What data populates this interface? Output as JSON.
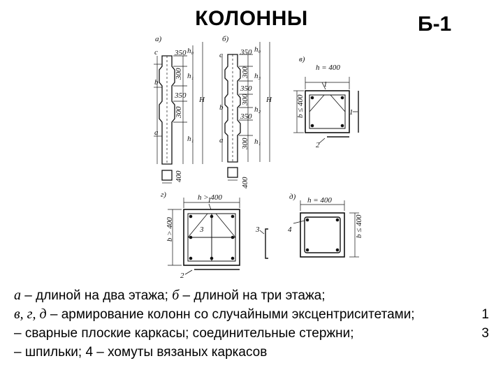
{
  "header": {
    "title": "КОЛОННЫ",
    "code": "Б-1"
  },
  "drawing": {
    "panel_labels": [
      "а)",
      "б)",
      "в)",
      "г)",
      "д)"
    ],
    "level_labels": [
      "c",
      "b",
      "a"
    ],
    "dims_a": [
      "350",
      "300",
      "350",
      "300",
      "400"
    ],
    "dims_b": [
      "350",
      "300",
      "350",
      "300",
      "350",
      "300",
      "400"
    ],
    "h_labels": [
      "h₀",
      "h₁",
      "h₁",
      "h₀",
      "h₃",
      "h₂",
      "h₁"
    ],
    "H": "H",
    "dim_h400": "h = 400",
    "dim_hgt400": "h > 400",
    "dim_b400": "b ≤ 400",
    "dim_bgt400": "b > 400",
    "callouts": [
      "1",
      "1",
      "2",
      "1",
      "3",
      "2",
      "3",
      "4"
    ]
  },
  "caption": {
    "l1_i1": "а",
    "l1_t1": " – длиной на два этажа; ",
    "l1_i2": "б",
    "l1_t2": " – длиной на три этажа;",
    "l2_i": "в, г, д",
    "l2_t": " – армирование колонн со случайными эксцентриситетами;",
    "l2_n": "1",
    "l3_t": "– сварные плоские каркасы; соединительные стержни;",
    "l3_n": "3",
    "l4_t": "– шпильки; 4 – хомуты вязаных каркасов"
  }
}
